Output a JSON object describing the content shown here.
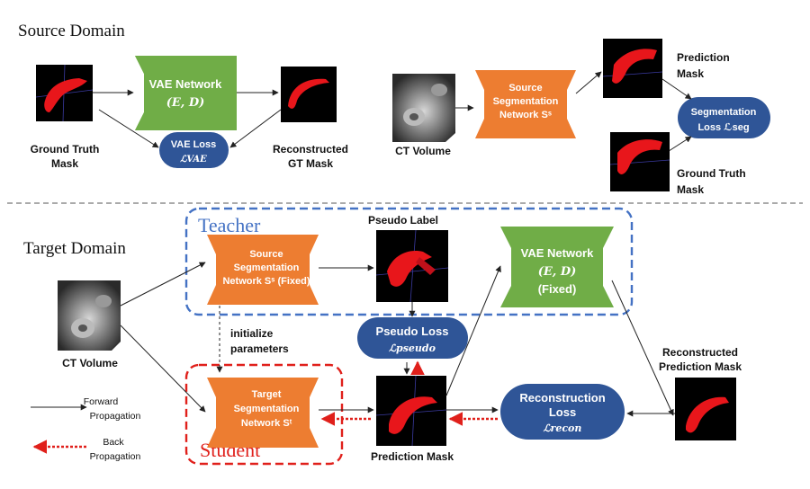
{
  "colors": {
    "orange": "#ED7D31",
    "green": "#70AD47",
    "navy": "#2F5597",
    "teacher_blue": "#4472C4",
    "student_red": "#E0201B",
    "backprop_red": "#E0201B"
  },
  "sections": {
    "source_title": "Source Domain",
    "target_title": "Target Domain"
  },
  "source": {
    "gt_mask_label": [
      "Ground Truth",
      "Mask"
    ],
    "vae_network": {
      "line1": "VAE Network",
      "line2": "(E, D)"
    },
    "vae_loss": {
      "line1": "VAE Loss",
      "line2": "ℒVAE"
    },
    "recon_gt_label": [
      "Reconstructed",
      "GT Mask"
    ],
    "ct_volume_label": "CT Volume",
    "source_seg": {
      "line1": "Source",
      "line2": "Segmentation",
      "line3": "Network Sˢ"
    },
    "prediction_mask_label": [
      "Prediction",
      "Mask"
    ],
    "seg_loss": {
      "line1": "Segmentation",
      "line2": "Loss ℒseg"
    },
    "gt_mask2_label": [
      "Ground Truth",
      "Mask"
    ]
  },
  "target": {
    "teacher_label": "Teacher",
    "student_label": "Student",
    "ct_volume_label": "CT Volume",
    "source_seg_fixed": {
      "line1": "Source",
      "line2": "Segmentation",
      "line3": "Network Sˢ (Fixed)"
    },
    "pseudo_label_title": "Pseudo Label",
    "vae_fixed": {
      "line1": "VAE Network",
      "line2": "(E, D)",
      "line3": "(Fixed)"
    },
    "pseudo_loss": {
      "line1": "Pseudo Loss",
      "line2": "ℒpseudo"
    },
    "init_params": [
      "initialize",
      "parameters"
    ],
    "target_seg": {
      "line1": "Target",
      "line2": "Segmentation",
      "line3": "Network Sᵗ"
    },
    "prediction_mask_label": "Prediction Mask",
    "recon_loss": {
      "line1": "Reconstruction",
      "line2": "Loss",
      "line3": "ℒrecon"
    },
    "recon_pred_label": [
      "Reconstructed",
      "Prediction Mask"
    ]
  },
  "legend": {
    "forward": [
      "Forward",
      "Propagation"
    ],
    "back": [
      "Back",
      "Propagation"
    ]
  }
}
